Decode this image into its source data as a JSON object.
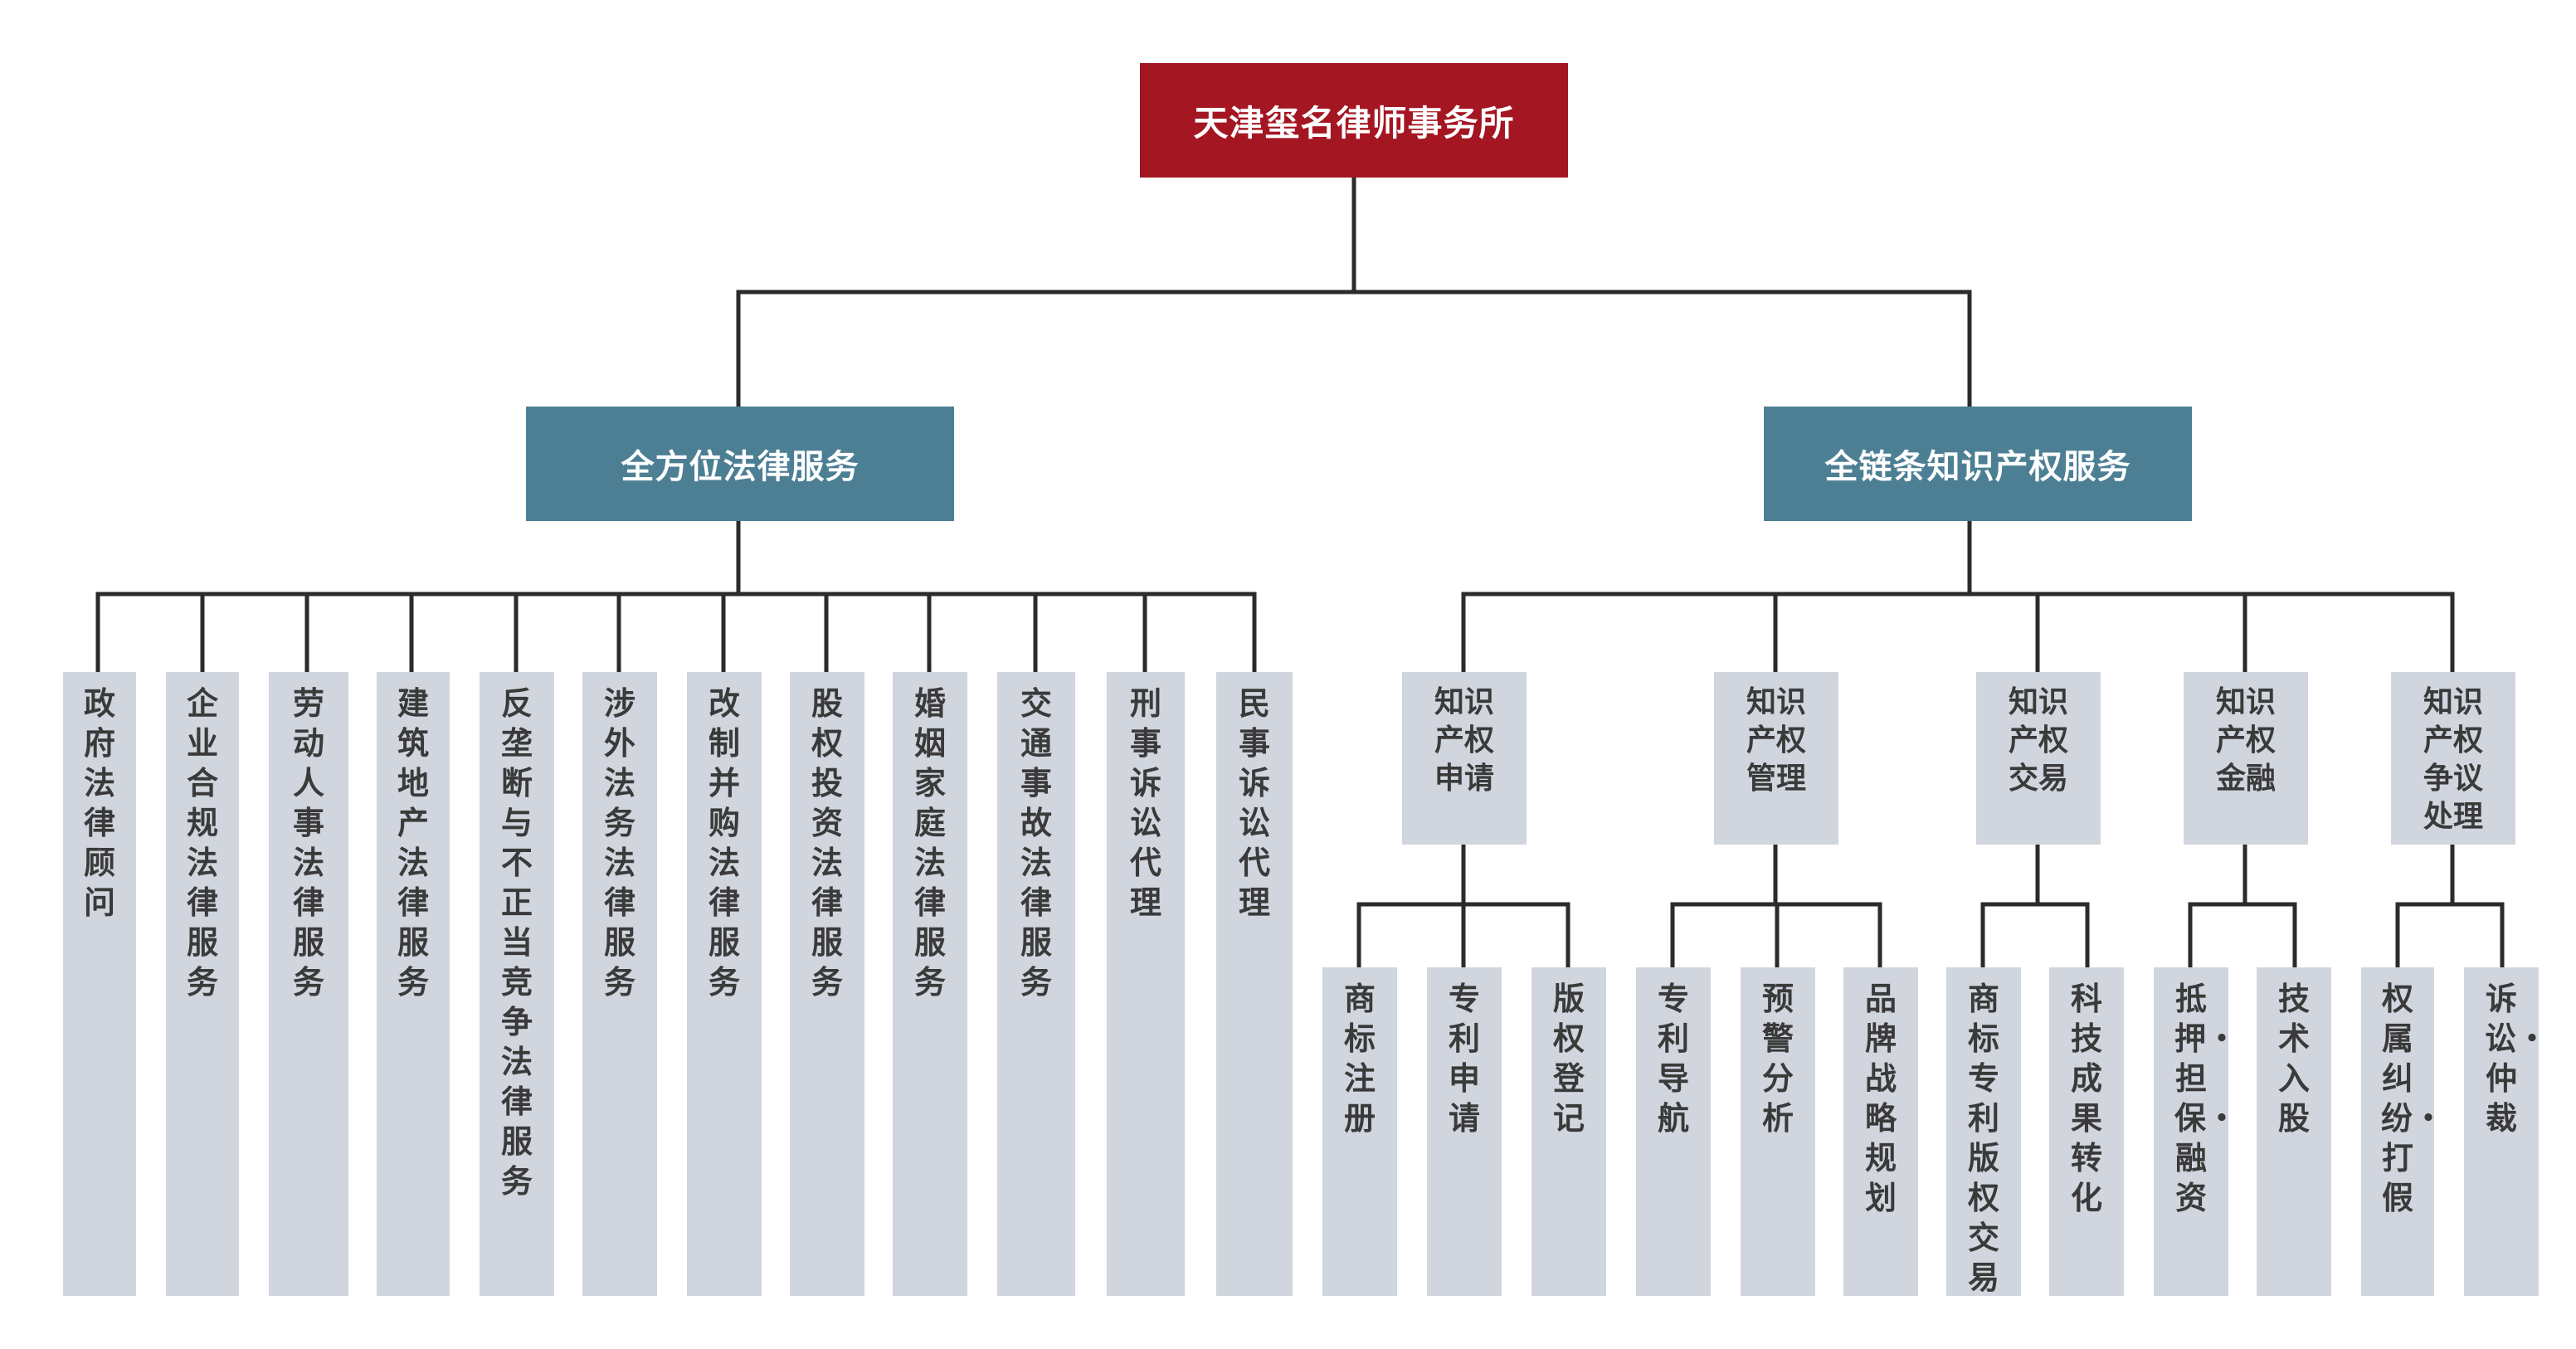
{
  "root": {
    "title": "天津玺名律师事务所"
  },
  "branches": [
    {
      "title": "全方位法律服务",
      "services": [
        "政府法律顾问",
        "企业合规法律服务",
        "劳动人事法律服务",
        "建筑地产法律服务",
        "反垄断与不正当竞争法律服务",
        "涉外法务法律服务",
        "改制并购法律服务",
        "股权投资法律服务",
        "婚姻家庭法律服务",
        "交通事故法律服务",
        "刑事诉讼代理",
        "民事诉讼代理"
      ]
    },
    {
      "title": "全链条知识产权服务",
      "groups": [
        {
          "label": "知识产权申请",
          "items": [
            "商标注册",
            "专利申请",
            "版权登记"
          ]
        },
        {
          "label": "知识产权管理",
          "items": [
            "专利导航",
            "预警分析",
            "品牌战略规划"
          ]
        },
        {
          "label": "知识产权交易",
          "items": [
            "商标专利版权交易",
            "科技成果转化"
          ]
        },
        {
          "label": "知识产权金融",
          "items": [
            "抵押・担保・融资",
            "技术入股"
          ]
        },
        {
          "label": "知识产权争议处理",
          "items": [
            "权属纠纷・打假",
            "诉讼・仲裁"
          ]
        }
      ]
    }
  ],
  "colors": {
    "root": "#a31622",
    "branch": "#4c7f94",
    "leaf": "#d1d5de",
    "line": "#2b2b2b"
  }
}
